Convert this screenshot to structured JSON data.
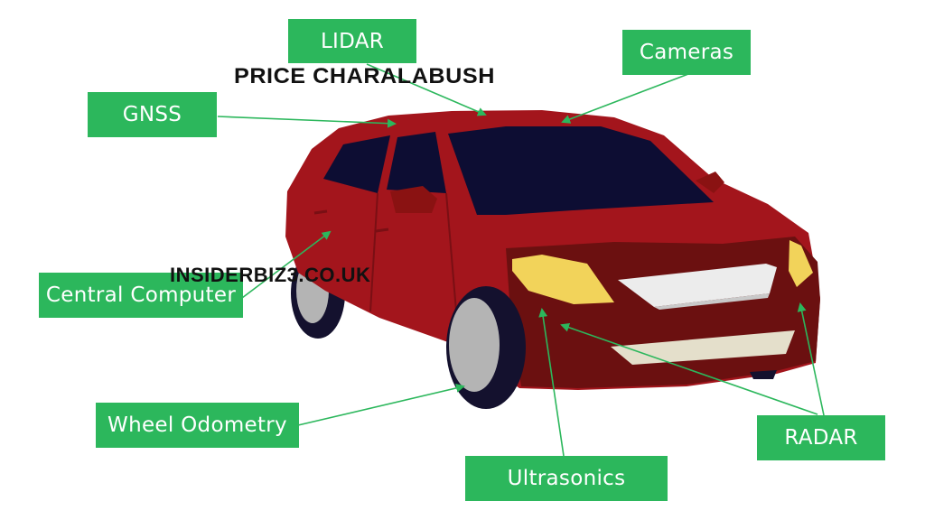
{
  "labels": {
    "lidar": "LIDAR",
    "cameras": "Cameras",
    "gnss": "GNSS",
    "central_computer": "Central Computer",
    "wheel_odometry": "Wheel Odometry",
    "ultrasonics": "Ultrasonics",
    "radar": "RADAR"
  },
  "overlays": {
    "title": "PRICE CHARALABUSH",
    "watermark": "INSIDERBIZ3.CO.UK"
  },
  "colors": {
    "label_bg": "#2cb75c",
    "label_text": "#ffffff",
    "car_body": "#a3151c",
    "car_dark": "#6b1010",
    "glass": "#0d0d33",
    "headlight": "#f2d35a",
    "tire": "#14112e",
    "rim": "#b4b4b4"
  }
}
